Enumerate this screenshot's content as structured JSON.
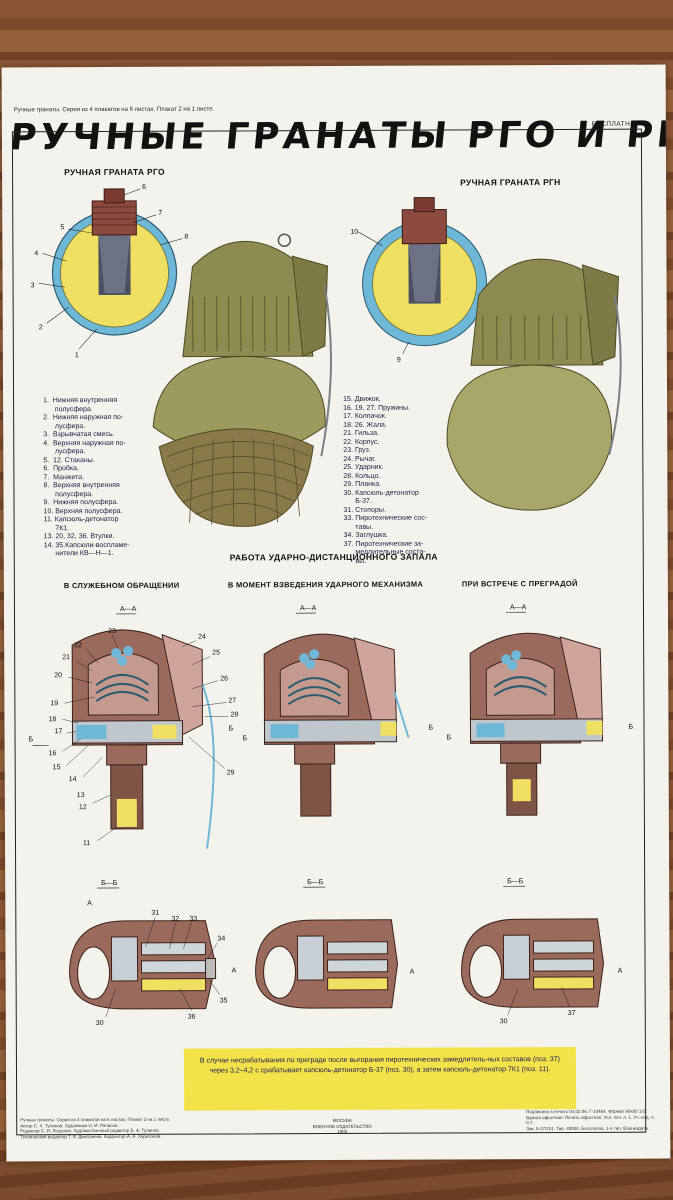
{
  "header": {
    "series": "Ручные гранаты. Серия из 4 плакатов на 6 листах. Плакат 2 на 1 листе.",
    "free_label": "БЕСПЛАТНО",
    "title": "РУЧНЫЕ ГРАНАТЫ РГО И РГН"
  },
  "rgo": {
    "title": "РУЧНАЯ ГРАНАТА РГО",
    "callouts": [
      "1",
      "2",
      "3",
      "4",
      "5",
      "6",
      "7",
      "8"
    ],
    "legend": [
      "1.  Нижняя внутренняя",
      "      полусфера.",
      "2.  Нижняя наружная по-",
      "      лусфера.",
      "3.  Взрывчатая смесь.",
      "4.  Верхняя наружная по-",
      "      лусфера.",
      "5.  12. Стаканы.",
      "6.  Пробка.",
      "7.  Манжета.",
      "8.  Верхняя внутренняя",
      "      полусфера.",
      "9.  Нижняя полусфера.",
      "10. Верхняя полусфера.",
      "11. Капсюль-детонатор",
      "      7К1.",
      "13. 20, 32, 36. Втулки.",
      "14. 35.Капсюли-воспламе-",
      "      нители КВ—Н—1."
    ]
  },
  "rgn": {
    "title": "РУЧНАЯ ГРАНАТА РГН",
    "callouts": [
      "10",
      "9"
    ],
    "legend": [
      "15. Движок.",
      "16. 19, 27. Пружины.",
      "17. Колпачок.",
      "18. 26. Жала.",
      "21. Гильза.",
      "22. Корпус.",
      "23. Груз.",
      "24. Рычаг.",
      "25. Ударник.",
      "28. Кольцо.",
      "29. Планка.",
      "30. Капсюль-детонатор",
      "      Б-37.",
      "31. Стопоры.",
      "33. Пиротехнические сос-",
      "      тавы.",
      "34. Заглушка.",
      "37. Пиротехнические за-",
      "      медлительные соста-",
      "      вы."
    ]
  },
  "fuze": {
    "title": "РАБОТА УДАРНО-ДИСТАНЦИОННОГО ЗАПАЛА",
    "stages": [
      "В СЛУЖЕБНОМ ОБРАЩЕНИИ",
      "В МОМЕНТ ВЗВЕДЕНИЯ УДАРНОГО МЕХАНИЗМА",
      "ПРИ ВСТРЕЧЕ С ПРЕГРАДОЙ"
    ],
    "section_aa": "А—А",
    "section_bb": "Б—Б",
    "mark_a": "А",
    "mark_b": "Б",
    "left_callouts": [
      "23",
      "22",
      "21",
      "20",
      "19",
      "18",
      "17",
      "16",
      "15",
      "14",
      "13",
      "12",
      "11",
      "24",
      "25",
      "26",
      "27",
      "28",
      "29"
    ],
    "bottom_callouts": [
      "31",
      "32",
      "33",
      "34",
      "35",
      "36",
      "30"
    ],
    "right_callouts": [
      "30",
      "37"
    ]
  },
  "note": "В случае несрабатывания по преграде после выгорания пиротехнических замедлитель-ных составов (поз. 37) через 3,2–4,2 с срабатывает капсюль-детонатор Б-37 (поз. 30), а затем капсюль-детонатор 7К1 (поз. 11).",
  "imprint": {
    "left": "Ручные гранаты. Серия из 4 плакатов на 6 листах. Плакат 2 на 1 листе.\nАвтор С. Х. Тулинов. Художники Н. И. Ряпасов.\nРедактор С. И. Лещенко. Художественный редактор Б. А. Тулинов.\nТехнический редактор Т. В. Дмитриева. Корректор А. А. Харитонов.",
    "center": "МОСКВА\nВОЕННОЕ ИЗДАТЕЛЬСТВО\n1985",
    "right": "Подписано в печать 04.02.86. Г-10464. Формат 90x60 1/2.\nБумага офсетная. Печать офсетная. Усл. печ. л. 1. Уч.-изд. л. 0,7.\nЗак. 5-17/101. Тир. 40000. Бесплатно. 1-я тип. Воениздата."
  },
  "colors": {
    "yellow": "#efe064",
    "blue": "#6fb7d6",
    "body_brown": "#9a6a5c",
    "olive": "#8e8b52",
    "pink": "#cfa49a"
  }
}
